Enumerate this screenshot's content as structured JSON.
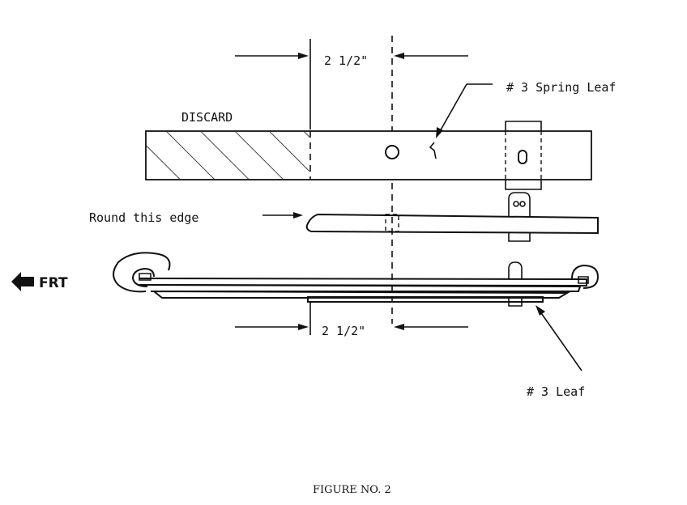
{
  "labels": {
    "dim_top": "2 1/2\"",
    "dim_bottom": "2 1/2\"",
    "spring_leaf": "# 3 Spring Leaf",
    "discard": "DISCARD",
    "round_edge": "Round this edge",
    "front": "FRT",
    "leaf": "# 3 Leaf",
    "caption": "FIGURE NO. 2"
  }
}
